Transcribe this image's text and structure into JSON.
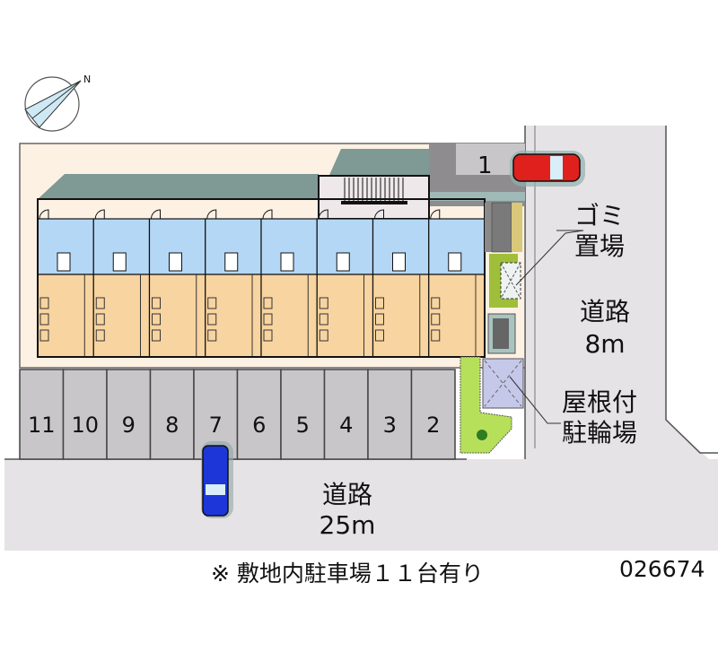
{
  "compass": {
    "north_label": "N"
  },
  "labels": {
    "garbage": [
      "ゴミ",
      "置場"
    ],
    "side_road": [
      "道路",
      "8m"
    ],
    "bike_parking": [
      "屋根付",
      "駐輪場"
    ],
    "front_road": [
      "道路",
      "25m"
    ]
  },
  "parking": {
    "spaces": [
      "11",
      "10",
      "9",
      "8",
      "7",
      "6",
      "5",
      "4",
      "3",
      "2"
    ],
    "corner_space": "1"
  },
  "footer": {
    "note": "※ 敷地内駐車場１１台有り",
    "code": "026674"
  },
  "units_count": 8,
  "colors": {
    "road": "#e6e3e6",
    "lot": "#fdf1e4",
    "roof": "#7f9994",
    "wet_area": "#b4d7f5",
    "room": "#f8d4a0",
    "parking": "#c8c6c8",
    "green": "#b7e05a",
    "car_red": "#e0201c",
    "car_blue": "#1c36d8"
  }
}
